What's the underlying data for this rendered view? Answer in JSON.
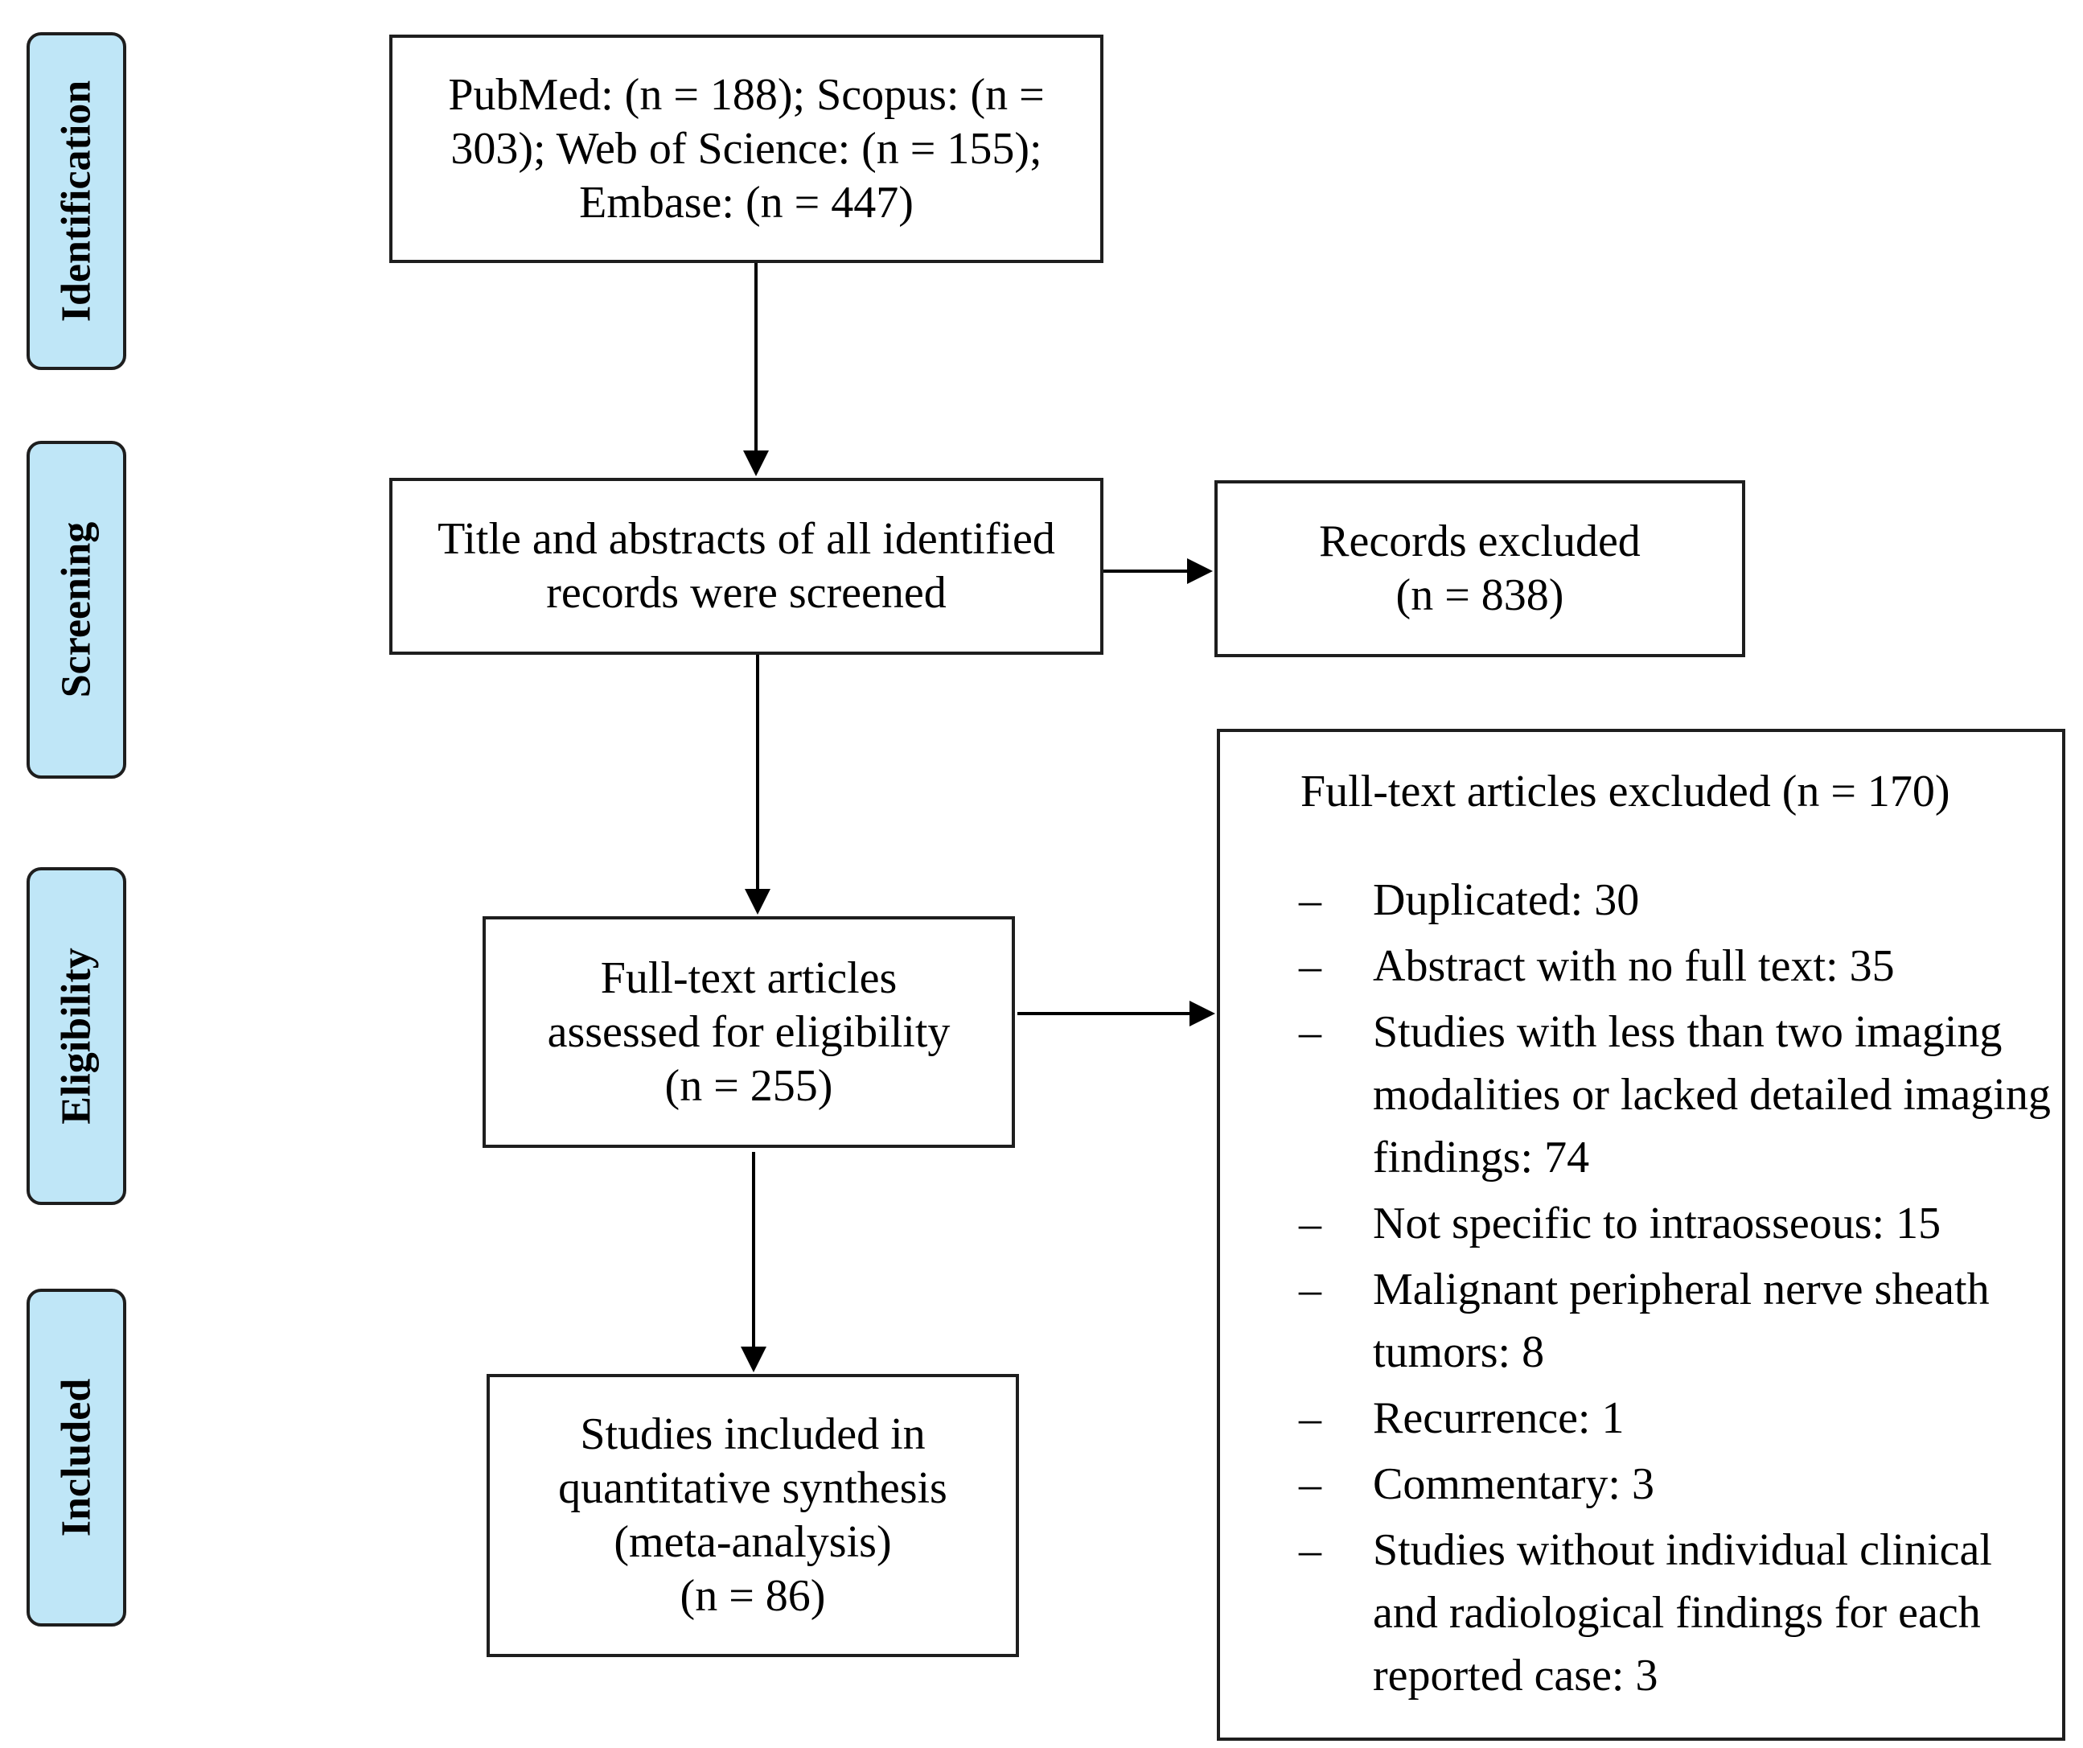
{
  "phases": {
    "identification": "Identification",
    "screening": "Screening",
    "eligibility": "Eligibility",
    "included": "Included"
  },
  "boxes": {
    "identification": {
      "lines": [
        "PubMed: (n = 188); Scopus: (n =",
        "303); Web of Science: (n = 155);",
        "Embase: (n = 447)"
      ]
    },
    "screening": {
      "lines": [
        "Title and abstracts of all identified",
        "records were screened"
      ]
    },
    "records_excluded": {
      "lines": [
        "Records excluded",
        "(n = 838)"
      ]
    },
    "eligibility": {
      "lines": [
        "Full-text articles",
        "assessed for eligibility",
        "(n = 255)"
      ]
    },
    "included": {
      "lines": [
        "Studies included in",
        "quantitative synthesis",
        "(meta-analysis)",
        "(n = 86)"
      ]
    }
  },
  "fulltext_excluded": {
    "title": "Full-text articles excluded (n = 170)",
    "bullet": "–",
    "items": [
      "Duplicated: 30",
      "Abstract with no full text: 35",
      "Studies with less than two imaging modalities or lacked detailed imaging findings: 74",
      "Not specific to intraosseous: 15",
      "Malignant peripheral nerve sheath tumors: 8",
      "Recurrence: 1",
      "Commentary: 3",
      "Studies without individual clinical and radiological findings for each reported case: 3"
    ]
  }
}
